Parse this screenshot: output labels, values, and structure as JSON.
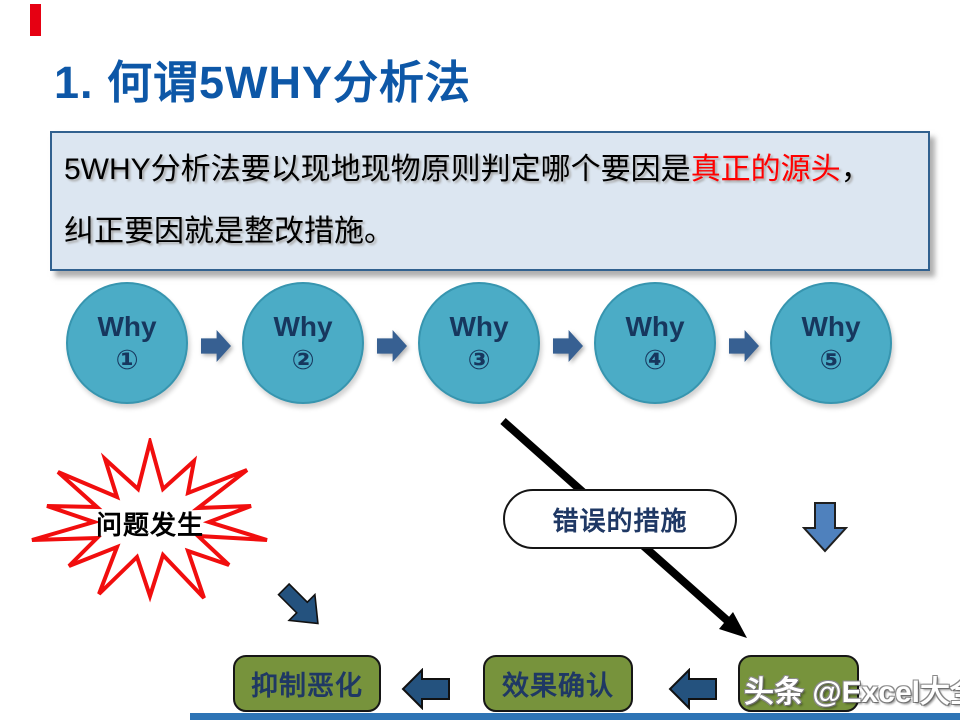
{
  "title": "1. 何谓5WHY分析法",
  "intro": {
    "line1_prefix": "5WHY分析法要以现地现物原则判定哪个要因是",
    "line1_highlight": "真正的源头",
    "line1_comma": "，",
    "line2": "纠正要因就是整改措施。"
  },
  "why_chain": [
    {
      "label": "Why",
      "num": "①"
    },
    {
      "label": "Why",
      "num": "②"
    },
    {
      "label": "Why",
      "num": "③"
    },
    {
      "label": "Why",
      "num": "④"
    },
    {
      "label": "Why",
      "num": "⑤"
    }
  ],
  "burst_label": "问题发生",
  "pill_label": "错误的措施",
  "boxes": {
    "suppress": "抑制恶化",
    "confirm": "效果确认"
  },
  "watermark": "头条 @Excel大全",
  "icons": {
    "chain_arrow": "right-block-arrow",
    "cause_arrow": "black-diagonal-line-arrow",
    "down_arrow": "down-block-arrow",
    "diagonal_arrow": "southeast-block-arrow",
    "left_arrow": "left-block-arrow",
    "burst": "red-explosion-star"
  },
  "colors": {
    "title_blue": "#0d57a7",
    "panel_bg": "#dce6f1",
    "panel_border": "#31618f",
    "highlight_red": "#ff0000",
    "circle_teal": "#4bacc6",
    "navy_text": "#17375e",
    "chain_arrow": "#376092",
    "block_arrow": "#24527e",
    "down_arrow_fill": "#4f81bd",
    "green_box": "#77933c",
    "burst_red": "#f10e0e",
    "accent_red": "#e60012",
    "bottom_bar": "#2e74b5"
  }
}
